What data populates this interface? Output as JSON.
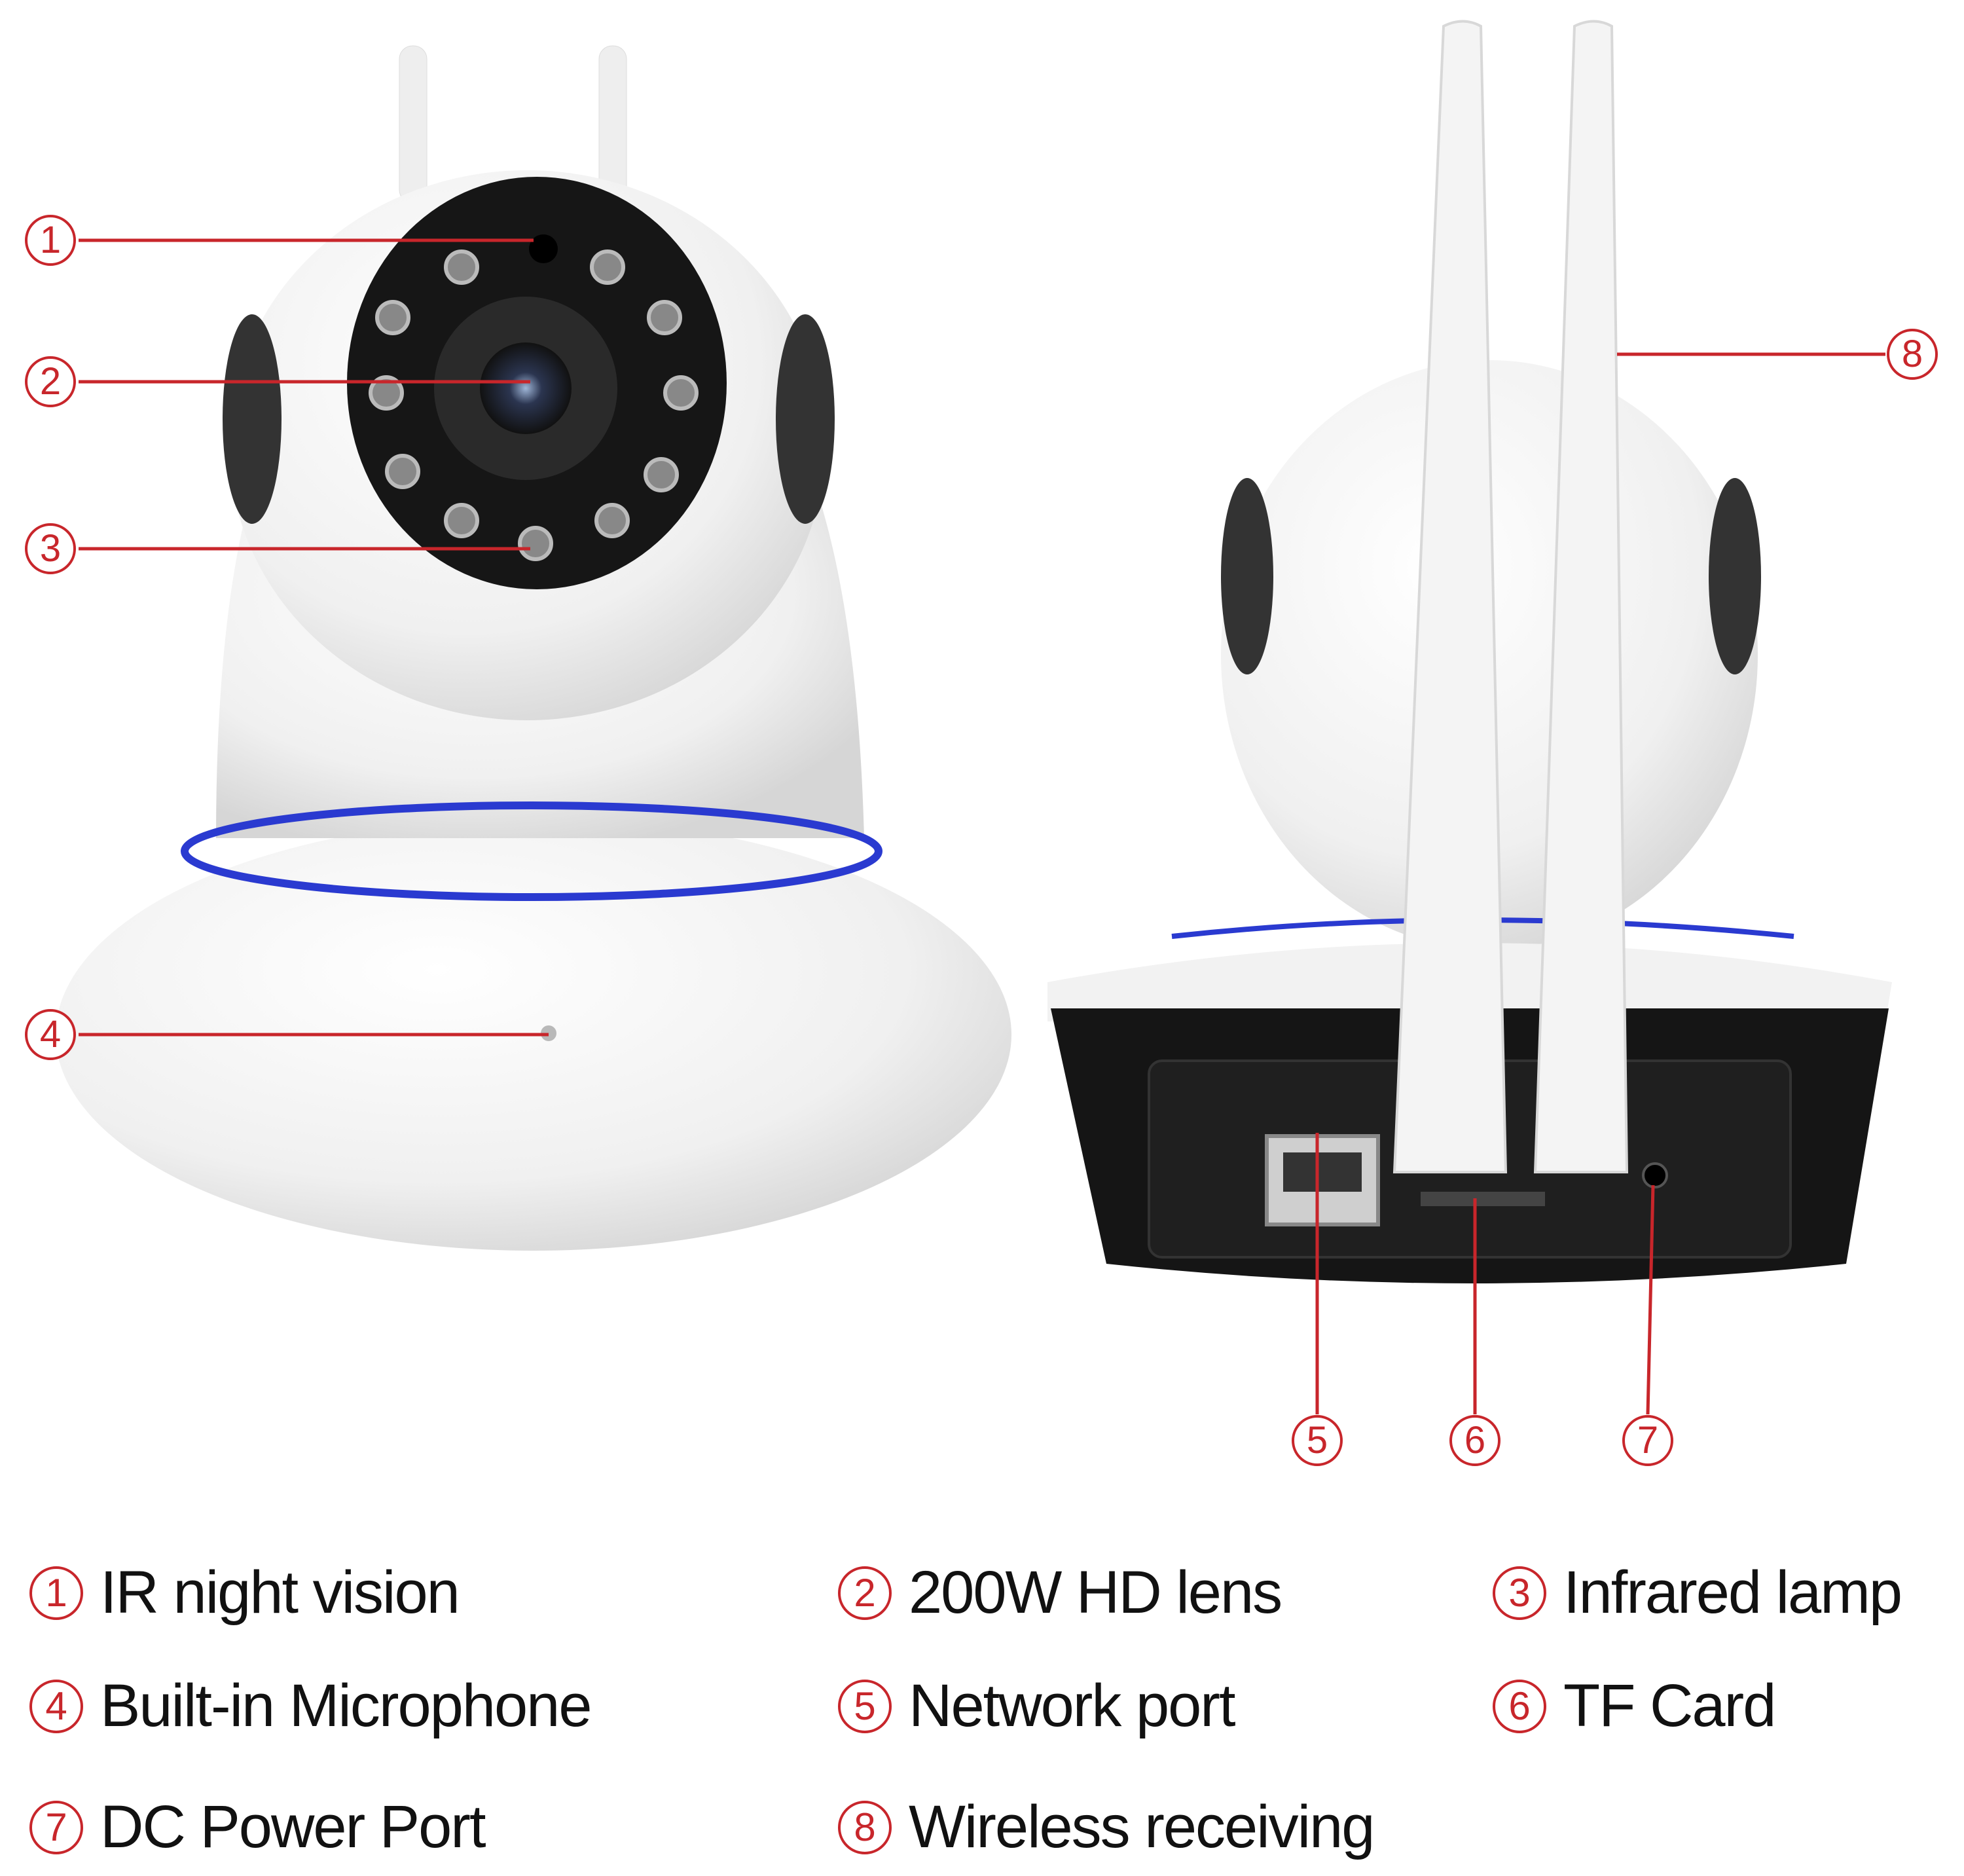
{
  "colors": {
    "accent": "#c8262b",
    "ring": "#2a3ad0",
    "body": "#f4f4f4",
    "dark": "#1a1a1a"
  },
  "callouts": [
    {
      "num": "1"
    },
    {
      "num": "2"
    },
    {
      "num": "3"
    },
    {
      "num": "4"
    },
    {
      "num": "5"
    },
    {
      "num": "6"
    },
    {
      "num": "7"
    },
    {
      "num": "8"
    }
  ],
  "legend": [
    {
      "num": "1",
      "label": "IR night vision"
    },
    {
      "num": "2",
      "label": "200W HD lens"
    },
    {
      "num": "3",
      "label": "Infrared lamp"
    },
    {
      "num": "4",
      "label": "Built-in Microphone"
    },
    {
      "num": "5",
      "label": "Network port"
    },
    {
      "num": "6",
      "label": "TF Card"
    },
    {
      "num": "7",
      "label": "DC Power Port"
    },
    {
      "num": "8",
      "label": "Wireless receiving"
    }
  ]
}
